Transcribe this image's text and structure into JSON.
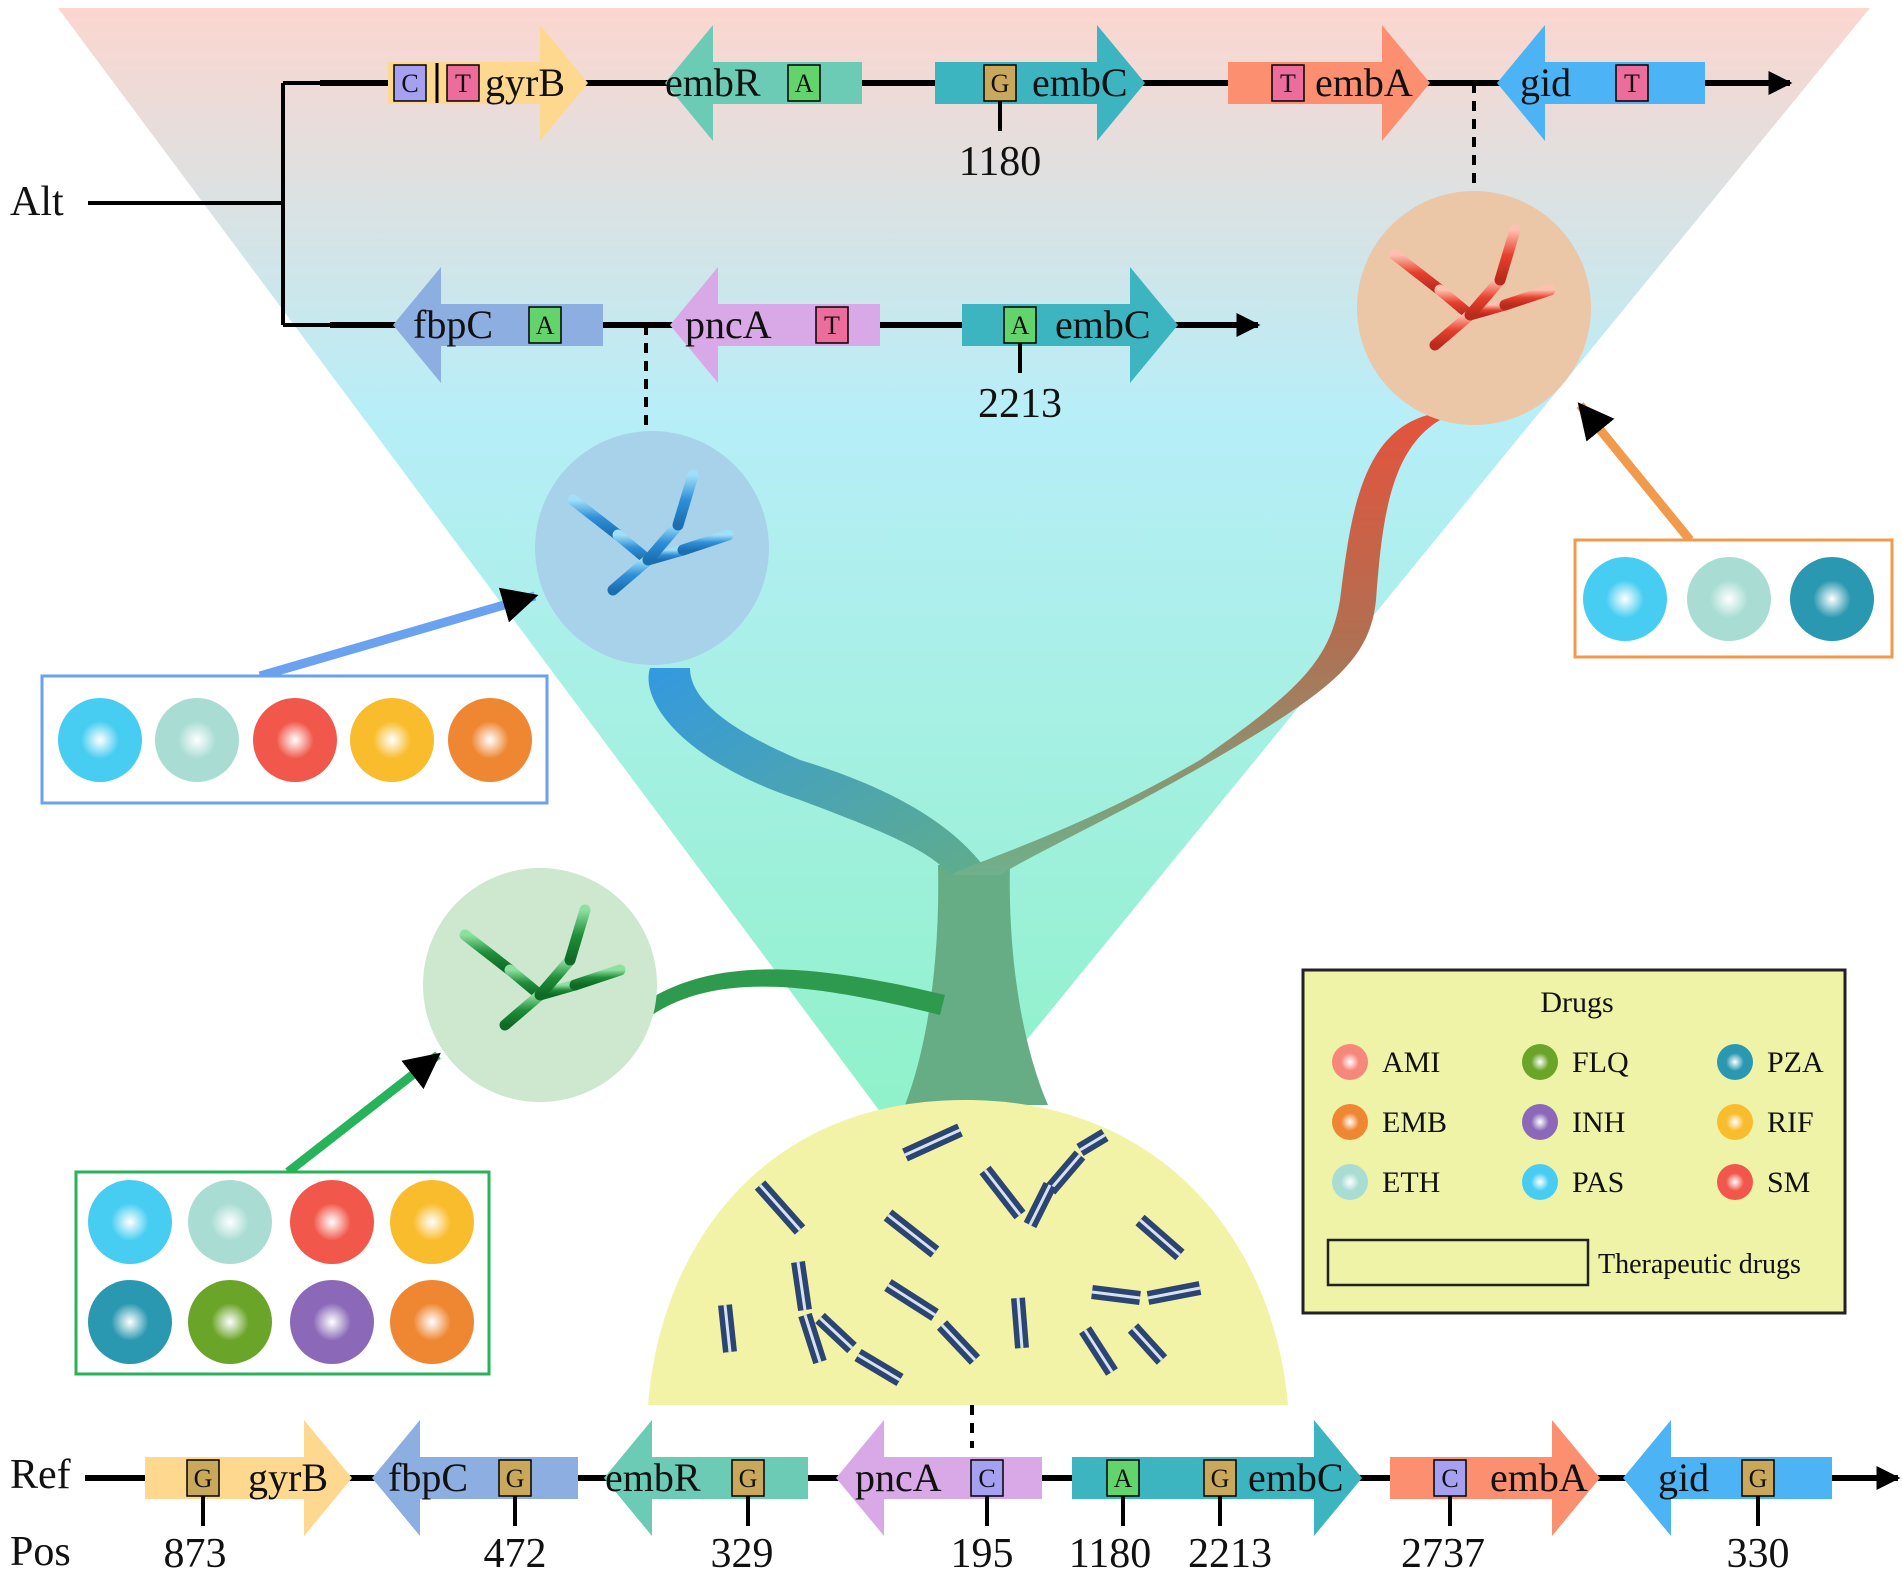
{
  "labels": {
    "alt": "Alt",
    "ref": "Ref",
    "pos": "Pos"
  },
  "alt_track_1": {
    "genes": [
      {
        "name": "gyrB",
        "bases": [
          "C",
          "T"
        ]
      },
      {
        "name": "embR",
        "bases": [
          "A"
        ]
      },
      {
        "name": "embC",
        "bases": [
          "G"
        ],
        "position": "1180"
      },
      {
        "name": "embA",
        "bases": [
          "T"
        ]
      },
      {
        "name": "gid",
        "bases": [
          "T"
        ]
      }
    ]
  },
  "alt_track_2": {
    "genes": [
      {
        "name": "fbpC",
        "bases": [
          "A"
        ]
      },
      {
        "name": "pncA",
        "bases": [
          "T"
        ]
      },
      {
        "name": "embC",
        "bases": [
          "A"
        ],
        "position": "2213"
      }
    ]
  },
  "ref_track": {
    "genes": [
      {
        "name": "gyrB",
        "bases": [
          "G"
        ],
        "positions": [
          "873"
        ]
      },
      {
        "name": "fbpC",
        "bases": [
          "G"
        ],
        "positions": [
          "472"
        ]
      },
      {
        "name": "embR",
        "bases": [
          "G"
        ],
        "positions": [
          "329"
        ]
      },
      {
        "name": "pncA",
        "bases": [
          "C"
        ],
        "positions": [
          "195"
        ]
      },
      {
        "name": "embC",
        "bases": [
          "A",
          "G"
        ],
        "positions": [
          "1180",
          "2213"
        ]
      },
      {
        "name": "embA",
        "bases": [
          "C"
        ],
        "positions": [
          "2737"
        ]
      },
      {
        "name": "gid",
        "bases": [
          "G"
        ],
        "positions": [
          "330"
        ]
      }
    ]
  },
  "legend": {
    "title": "Drugs",
    "drugs": [
      {
        "name": "AMI",
        "color": "#f6877b"
      },
      {
        "name": "FLQ",
        "color": "#6aa428"
      },
      {
        "name": "PZA",
        "color": "#2a98b0"
      },
      {
        "name": "EMB",
        "color": "#ef8632"
      },
      {
        "name": "INH",
        "color": "#8b69b8"
      },
      {
        "name": "RIF",
        "color": "#f9bc2c"
      },
      {
        "name": "ETH",
        "color": "#a9ddd4"
      },
      {
        "name": "PAS",
        "color": "#47cdf2"
      },
      {
        "name": "SM",
        "color": "#f1574a"
      }
    ],
    "box_label": "Therapeutic drugs"
  },
  "drug_boxes": {
    "orange_box": [
      "PAS",
      "ETH",
      "PZA"
    ],
    "blue_box": [
      "PAS",
      "ETH",
      "SM",
      "RIF",
      "EMB"
    ],
    "green_box": [
      "PAS",
      "ETH",
      "SM",
      "RIF",
      "PZA",
      "FLQ",
      "INH",
      "EMB"
    ]
  },
  "colors": {
    "gyrB": "#fed88e",
    "embR": "#6ccbb5",
    "embC": "#3cb5c0",
    "embA": "#fb8f6f",
    "gid": "#4cb3f4",
    "fbpC": "#8daee0",
    "pncA": "#d9a9e7",
    "base_G": "#c9a85b",
    "base_A": "#63d46c",
    "base_T": "#ec6d9b",
    "base_C": "#a6a0f0",
    "orange_frame": "#f29a4c",
    "blue_frame": "#6aa2f0",
    "green_frame": "#27b35a"
  }
}
